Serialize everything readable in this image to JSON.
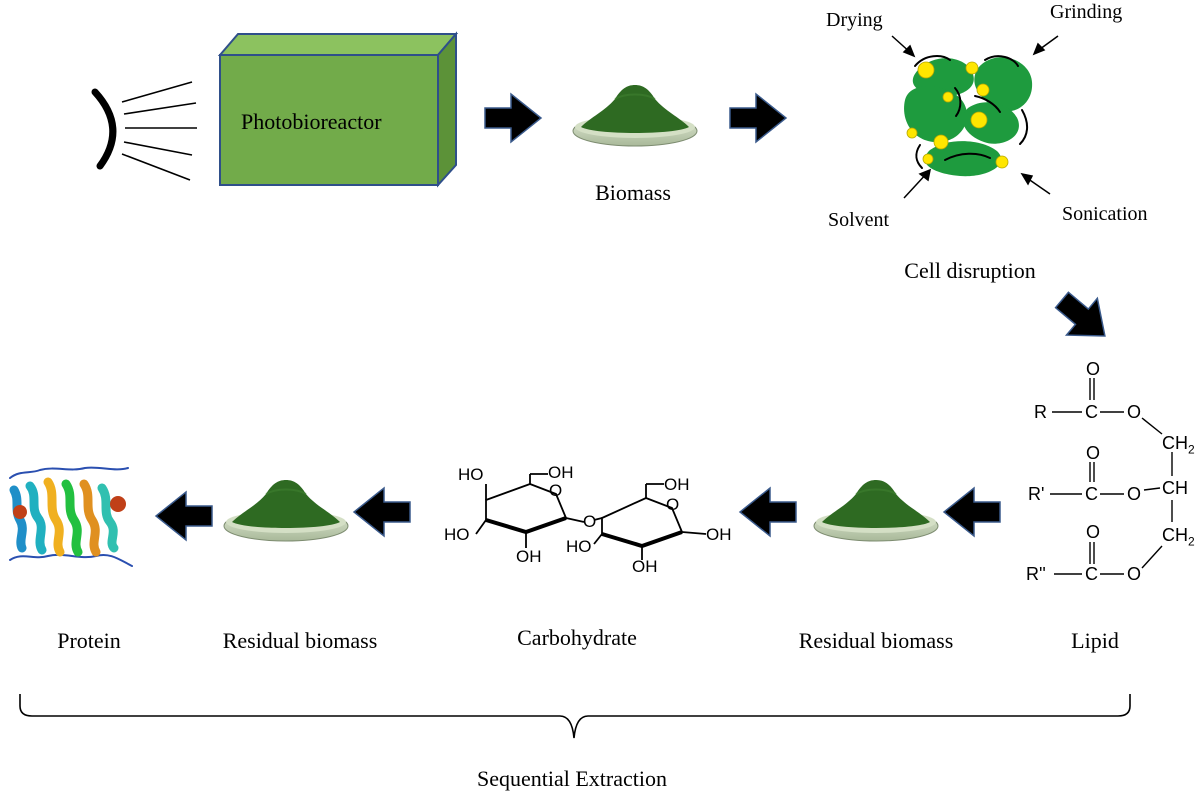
{
  "stages": {
    "photobioreactor": "Photobioreactor",
    "biomass": "Biomass",
    "cell_disruption": "Cell disruption",
    "lipid": "Lipid",
    "residual_biomass_right": "Residual biomass",
    "carbohydrate": "Carbohydrate",
    "residual_biomass_left": "Residual biomass",
    "protein": "Protein",
    "sequential_extraction": "Sequential Extraction"
  },
  "disruption_methods": {
    "drying": "Drying",
    "grinding": "Grinding",
    "solvent": "Solvent",
    "sonication": "Sonication"
  },
  "lipid_structure": {
    "o1": "O",
    "c1": "C",
    "r1": "R",
    "o1b": "O",
    "ch2a": "CH",
    "o2": "O",
    "c2": "C",
    "r2": "R'",
    "o2b": "O",
    "ch": "CH",
    "o3": "O",
    "c3": "C",
    "r3": "R''",
    "o3b": "O",
    "ch2b": "CH",
    "sub2": "2"
  },
  "carbohydrate_structure": {
    "ho_a": "HO",
    "oh_a": "OH",
    "ho_b": "HO",
    "oh_b": "OH",
    "ring_o1": "O",
    "bridge_o": "O",
    "oh_c": "OH",
    "ho_c": "HO",
    "ring_o2": "O",
    "oh_d": "OH",
    "oh_e": "OH"
  },
  "colors": {
    "reactor_front": "#72ab4a",
    "reactor_side": "#5c9238",
    "reactor_edge": "#2f4f8a",
    "biomass": "#2e6a22",
    "dish": "#c9d6ba",
    "arrow": "#000000",
    "cell_green": "#1e9b3e",
    "droplet": "#ffe600"
  }
}
